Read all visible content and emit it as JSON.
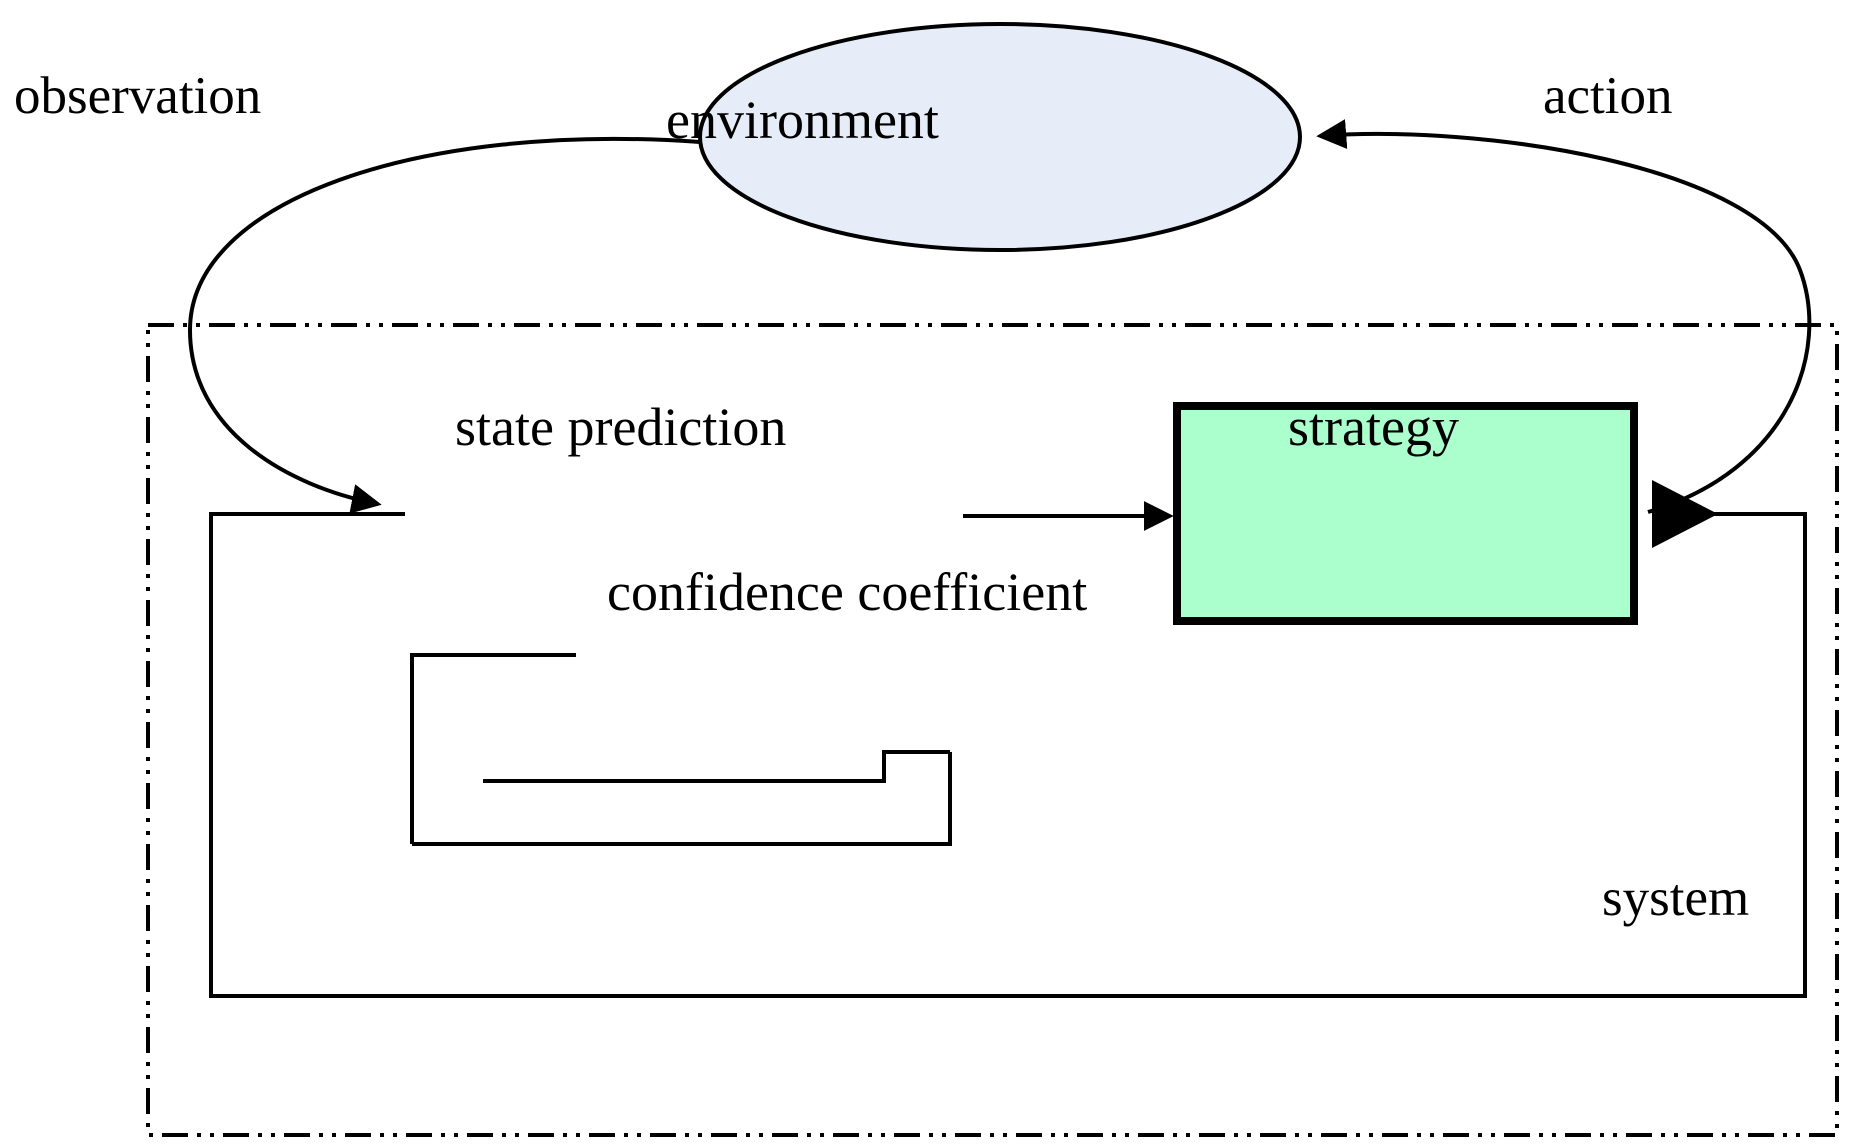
{
  "diagram": {
    "title": "environment-system control loop",
    "nodes": {
      "environment": {
        "label": "environment",
        "shape": "ellipse",
        "fill": "#e6edf8",
        "stroke": "#000000"
      },
      "state_prediction": {
        "label": "state prediction",
        "shape": "text",
        "fill": "none",
        "stroke": "none"
      },
      "strategy": {
        "label": "strategy",
        "shape": "rectangle",
        "fill": "#aaffcc",
        "stroke": "#000000"
      },
      "confidence_coefficient": {
        "label": "confidence coefficient",
        "shape": "text",
        "fill": "none",
        "stroke": "none"
      },
      "system": {
        "label": "system",
        "shape": "dash-dot-boundary",
        "fill": "none",
        "stroke": "#000000"
      }
    },
    "edges": [
      {
        "name": "observation",
        "label": "observation",
        "from": "environment",
        "to": "state_prediction",
        "style": "curved",
        "arrow": "filled-triangle"
      },
      {
        "name": "action",
        "label": "action",
        "from": "strategy",
        "to": "environment",
        "style": "curved",
        "arrow": "filled-triangle"
      },
      {
        "name": "state-to-strategy",
        "label": "",
        "from": "state_prediction",
        "to": "strategy",
        "style": "straight",
        "arrow": "filled-triangle"
      },
      {
        "name": "strategy-feedback",
        "label": "",
        "from": "strategy",
        "to": "state_prediction",
        "style": "orthogonal-loop",
        "arrow": "filled-triangle"
      },
      {
        "name": "confidence-bracket-upper",
        "label": "",
        "from": "confidence_coefficient",
        "to": "confidence_coefficient",
        "style": "orthogonal-bracket",
        "arrow": "none"
      },
      {
        "name": "confidence-bracket-lower",
        "label": "",
        "from": "confidence_coefficient",
        "to": "confidence_coefficient",
        "style": "orthogonal-bracket",
        "arrow": "none"
      }
    ],
    "colors": {
      "environment_fill": "#e6edf8",
      "strategy_fill": "#aaffcc",
      "line": "#000000",
      "background": "#ffffff"
    }
  }
}
